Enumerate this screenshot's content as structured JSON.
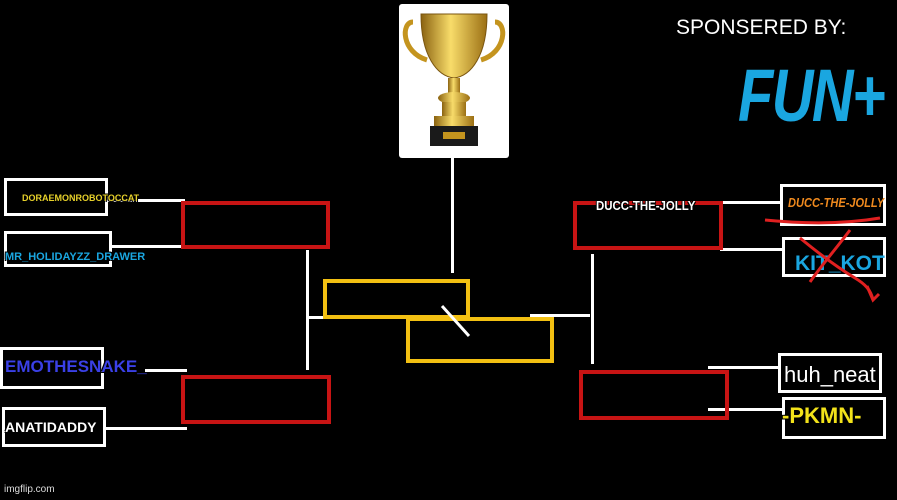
{
  "sponsor": {
    "heading": "SPONSERED BY:",
    "name": "FUN+",
    "name_color": "#1aa6e0"
  },
  "trophy": {
    "icon": "trophy-icon"
  },
  "left": {
    "r1": [
      {
        "name": "DORAEMONROBOTOCCAT",
        "color": "#e6d02a"
      },
      {
        "name": "MR_HOLIDAYZZ_DRAWER",
        "color": "#1aa6e0"
      },
      {
        "name": "EMOTHESNAKE_",
        "color": "#3a40e6"
      },
      {
        "name": "ANATIDADDY",
        "color": "#ffffff"
      }
    ]
  },
  "right": {
    "r1": [
      {
        "name": "DUCC-THE-JOLLY",
        "color": "#f08a1e"
      },
      {
        "name": "KIT_KOT",
        "color": "#1aa6e0"
      },
      {
        "name": "huh_neat",
        "color": "#ffffff"
      },
      {
        "name": "-PKMN-",
        "color": "#f2e21a"
      }
    ],
    "r2_top": "DUCC-THE-JOLLY"
  },
  "watermark": "imgflip.com",
  "colors": {
    "round2": "#c81414",
    "final": "#f2c012",
    "bg": "#000000"
  }
}
